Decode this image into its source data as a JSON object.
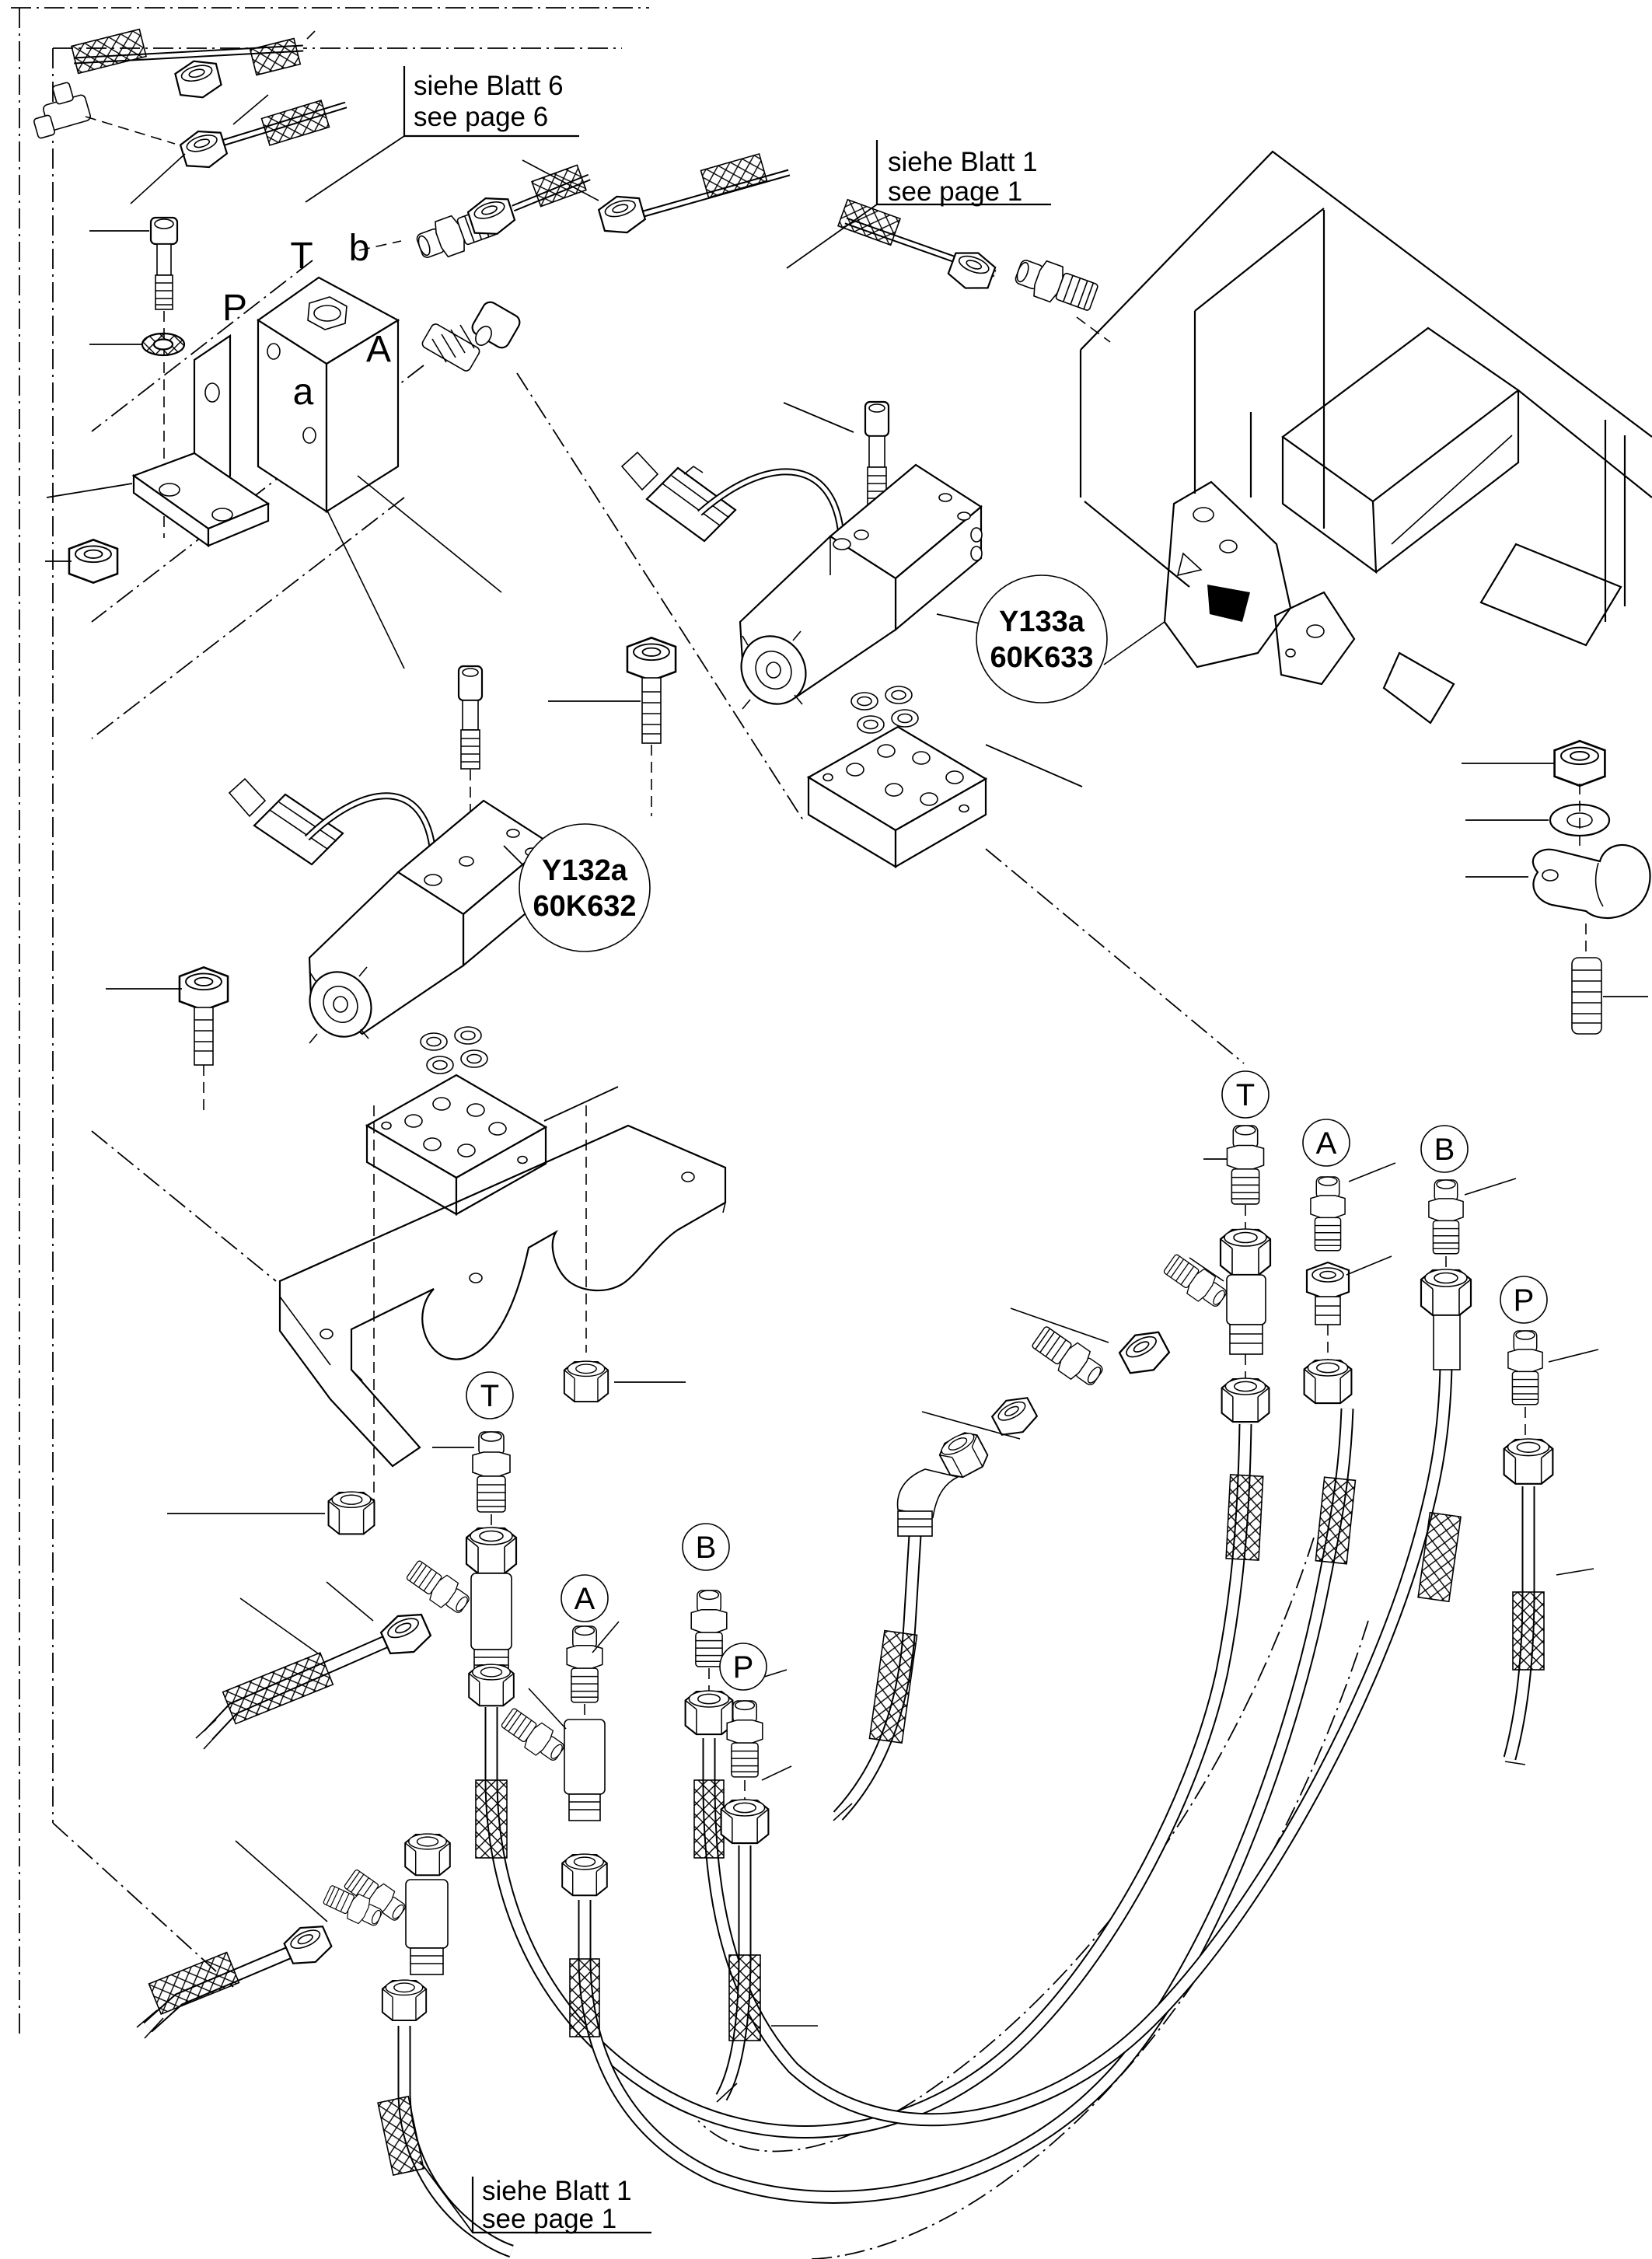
{
  "notes": {
    "top_left": {
      "line1": "siehe Blatt 6",
      "line2": "see page 6"
    },
    "top_right": {
      "line1": "siehe Blatt 1",
      "line2": "see page 1"
    },
    "bottom": {
      "line1": "siehe Blatt 1",
      "line2": "see page 1"
    }
  },
  "valve_block_ports": {
    "top": "T",
    "top_right": "b",
    "left": "P",
    "right": "A",
    "front": "a"
  },
  "solenoid_valves": [
    {
      "label": "Y133a",
      "part_no": "60K633"
    },
    {
      "label": "Y132a",
      "part_no": "60K632"
    }
  ],
  "tags_left": {
    "t": "T",
    "b": "B",
    "a": "A",
    "p": "P"
  },
  "tags_right": {
    "t": "T",
    "a": "A",
    "b": "B",
    "p": "P"
  },
  "colors": {
    "line": "#000000",
    "background": "#ffffff"
  }
}
